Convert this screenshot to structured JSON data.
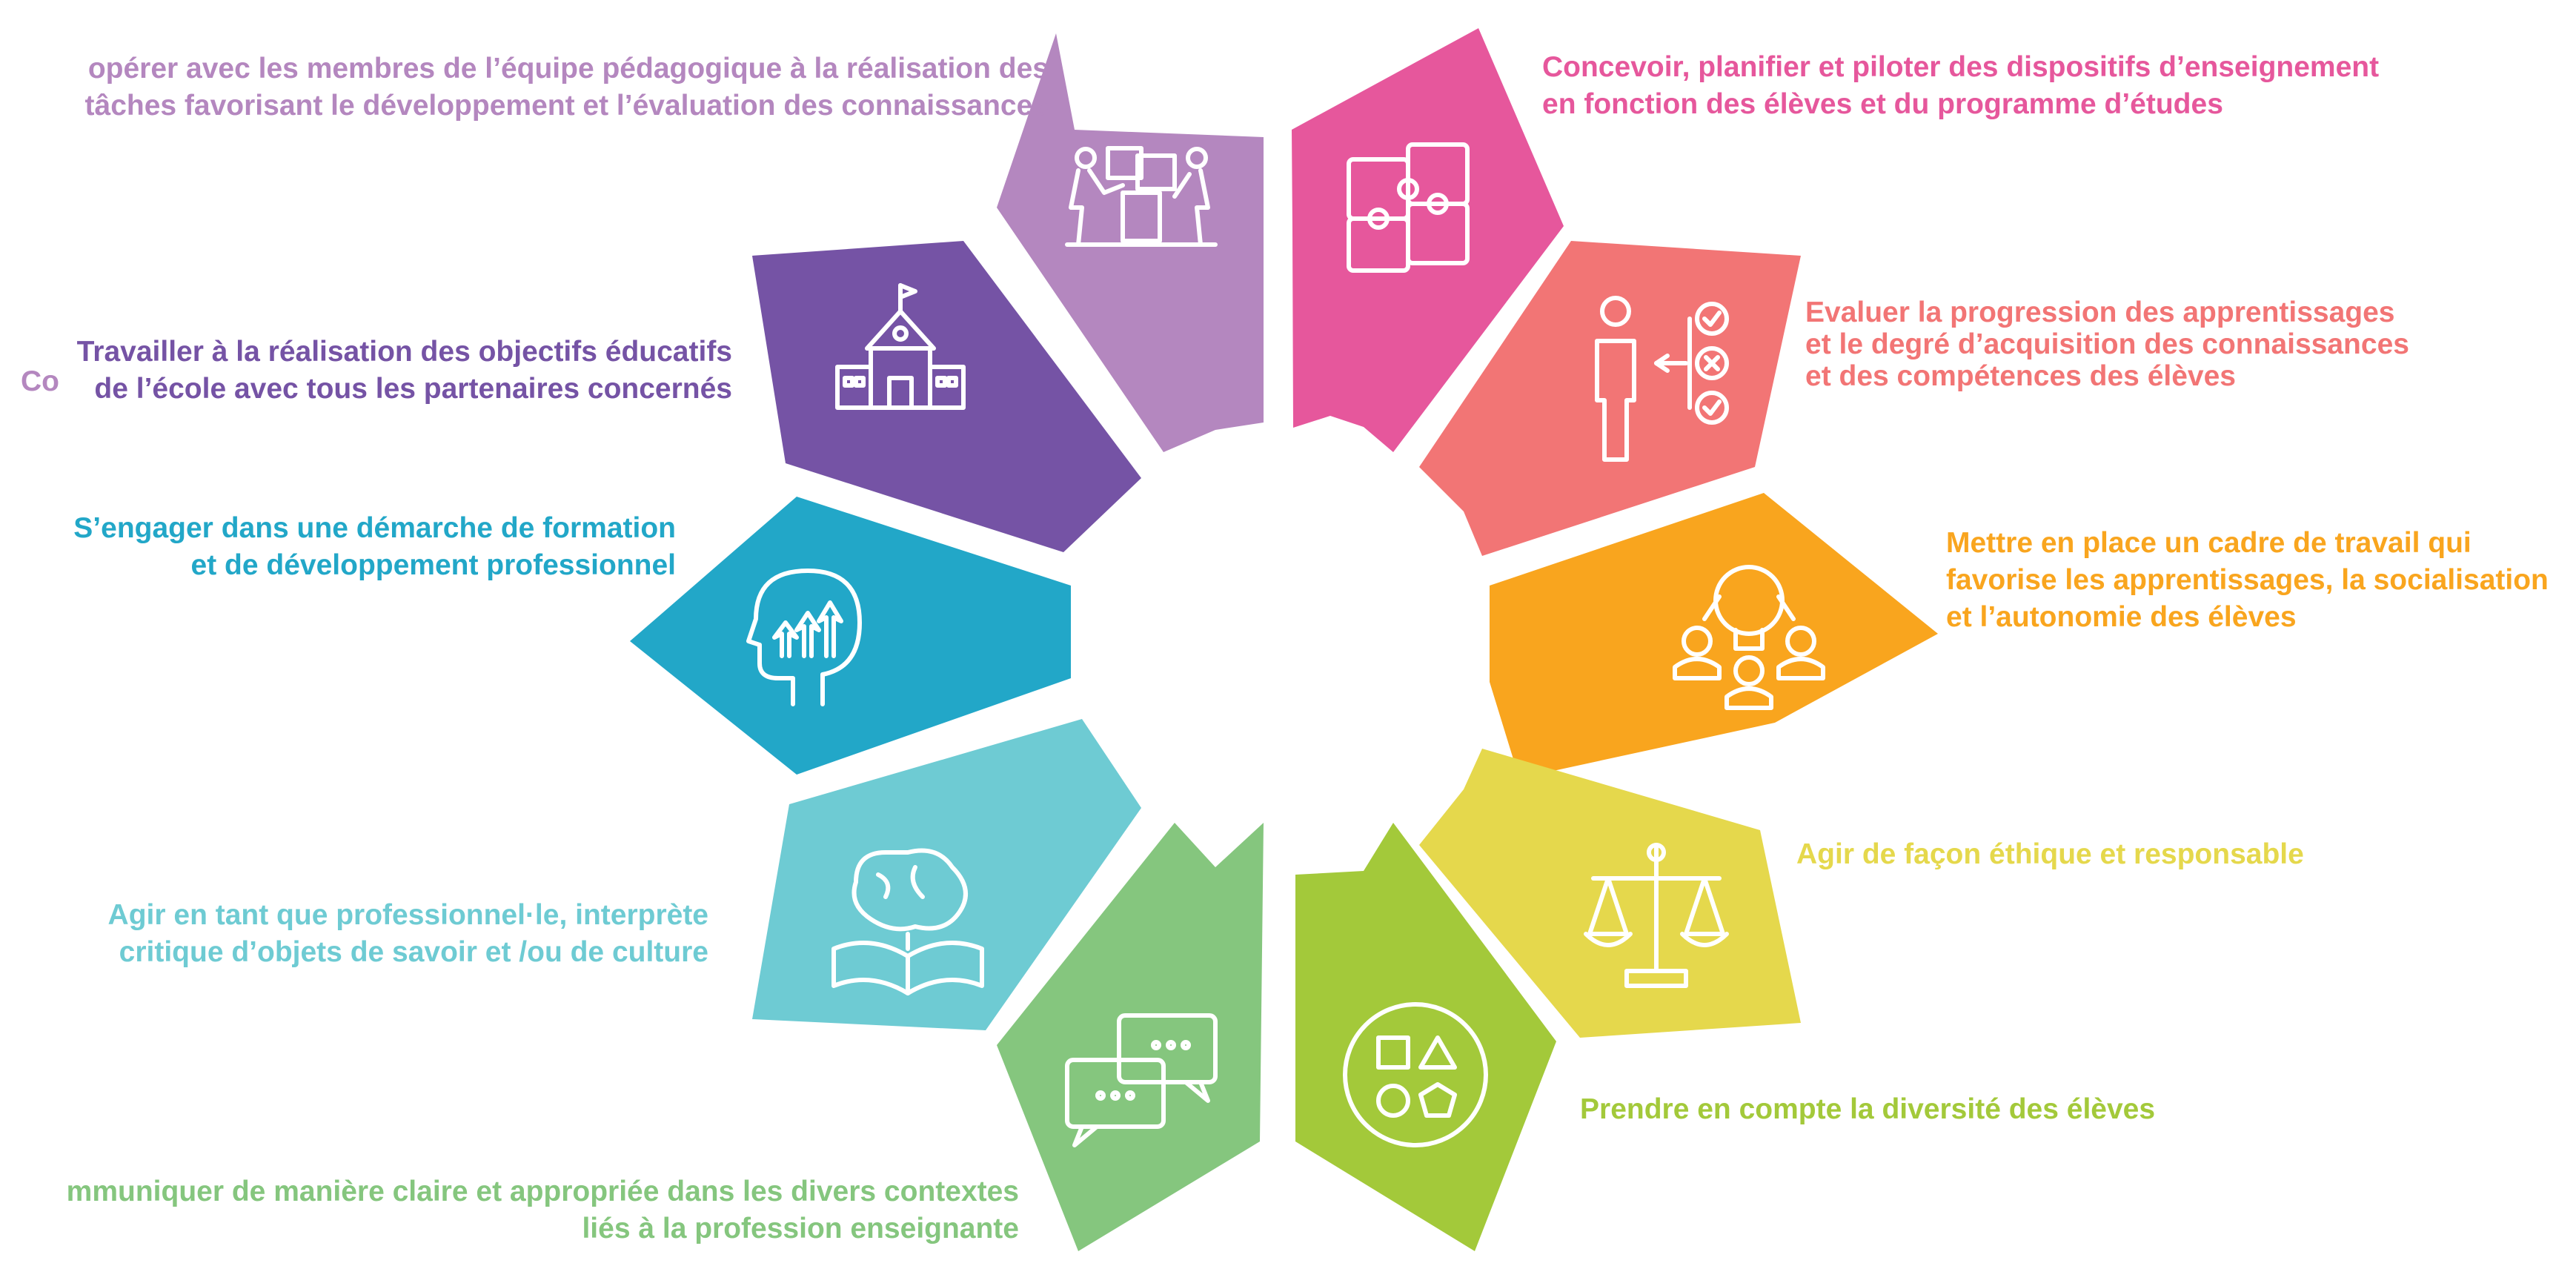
{
  "colors": {
    "c1": "#e6579c",
    "c2": "#f27575",
    "c3": "#f9a51e",
    "c4": "#e5d84c",
    "c5": "#a3c93a",
    "c6": "#85c67e",
    "c7": "#6ecbd3",
    "c8": "#22a7c8",
    "c9": "#7553a5",
    "c10": "#b487bf"
  },
  "competencies": [
    {
      "id": "c1",
      "lines": [
        "Concevoir, planifier et piloter des dispositifs d’enseignement",
        "en fonction des élèves et du programme d’études"
      ],
      "icon": "puzzle-icon"
    },
    {
      "id": "c2",
      "lines": [
        "Evaluer la progression des apprentissages",
        "et le degré d’acquisition des connaissances",
        "et des compétences des élèves"
      ],
      "icon": "evaluation-checklist-icon"
    },
    {
      "id": "c3",
      "lines": [
        "Mettre en place un cadre de travail qui",
        "favorise les apprentissages, la socialisation",
        "et l’autonomie des élèves"
      ],
      "icon": "lightbulb-group-icon"
    },
    {
      "id": "c4",
      "lines": [
        "Agir de façon éthique et responsable"
      ],
      "icon": "scales-icon"
    },
    {
      "id": "c5",
      "lines": [
        "Prendre en compte la diversité des élèves"
      ],
      "icon": "shapes-diversity-icon"
    },
    {
      "id": "c6",
      "lines": [
        "mmuniquer de manière claire et appropriée dans les divers contextes",
        "liés à la profession enseignante"
      ],
      "icon": "chat-bubbles-icon"
    },
    {
      "id": "c7",
      "lines": [
        "Agir en tant que professionnel·le, interprète",
        "critique d’objets de savoir et /ou de culture"
      ],
      "icon": "brain-book-icon"
    },
    {
      "id": "c8",
      "lines": [
        "S’engager dans une démarche de formation",
        "et de développement professionnel"
      ],
      "icon": "head-growth-icon"
    },
    {
      "id": "c9",
      "lines": [
        "Travailler à la réalisation des objectifs éducatifs",
        "de l’école avec tous les partenaires concernés"
      ],
      "icon": "school-building-icon"
    },
    {
      "id": "c10",
      "lines": [
        "opérer avec les membres de l’équipe pédagogique à la réalisation des",
        "tâches favorisant le développement et l’évaluation des connaissances"
      ],
      "icon": "teamwork-icon"
    }
  ],
  "fragment": "Co"
}
